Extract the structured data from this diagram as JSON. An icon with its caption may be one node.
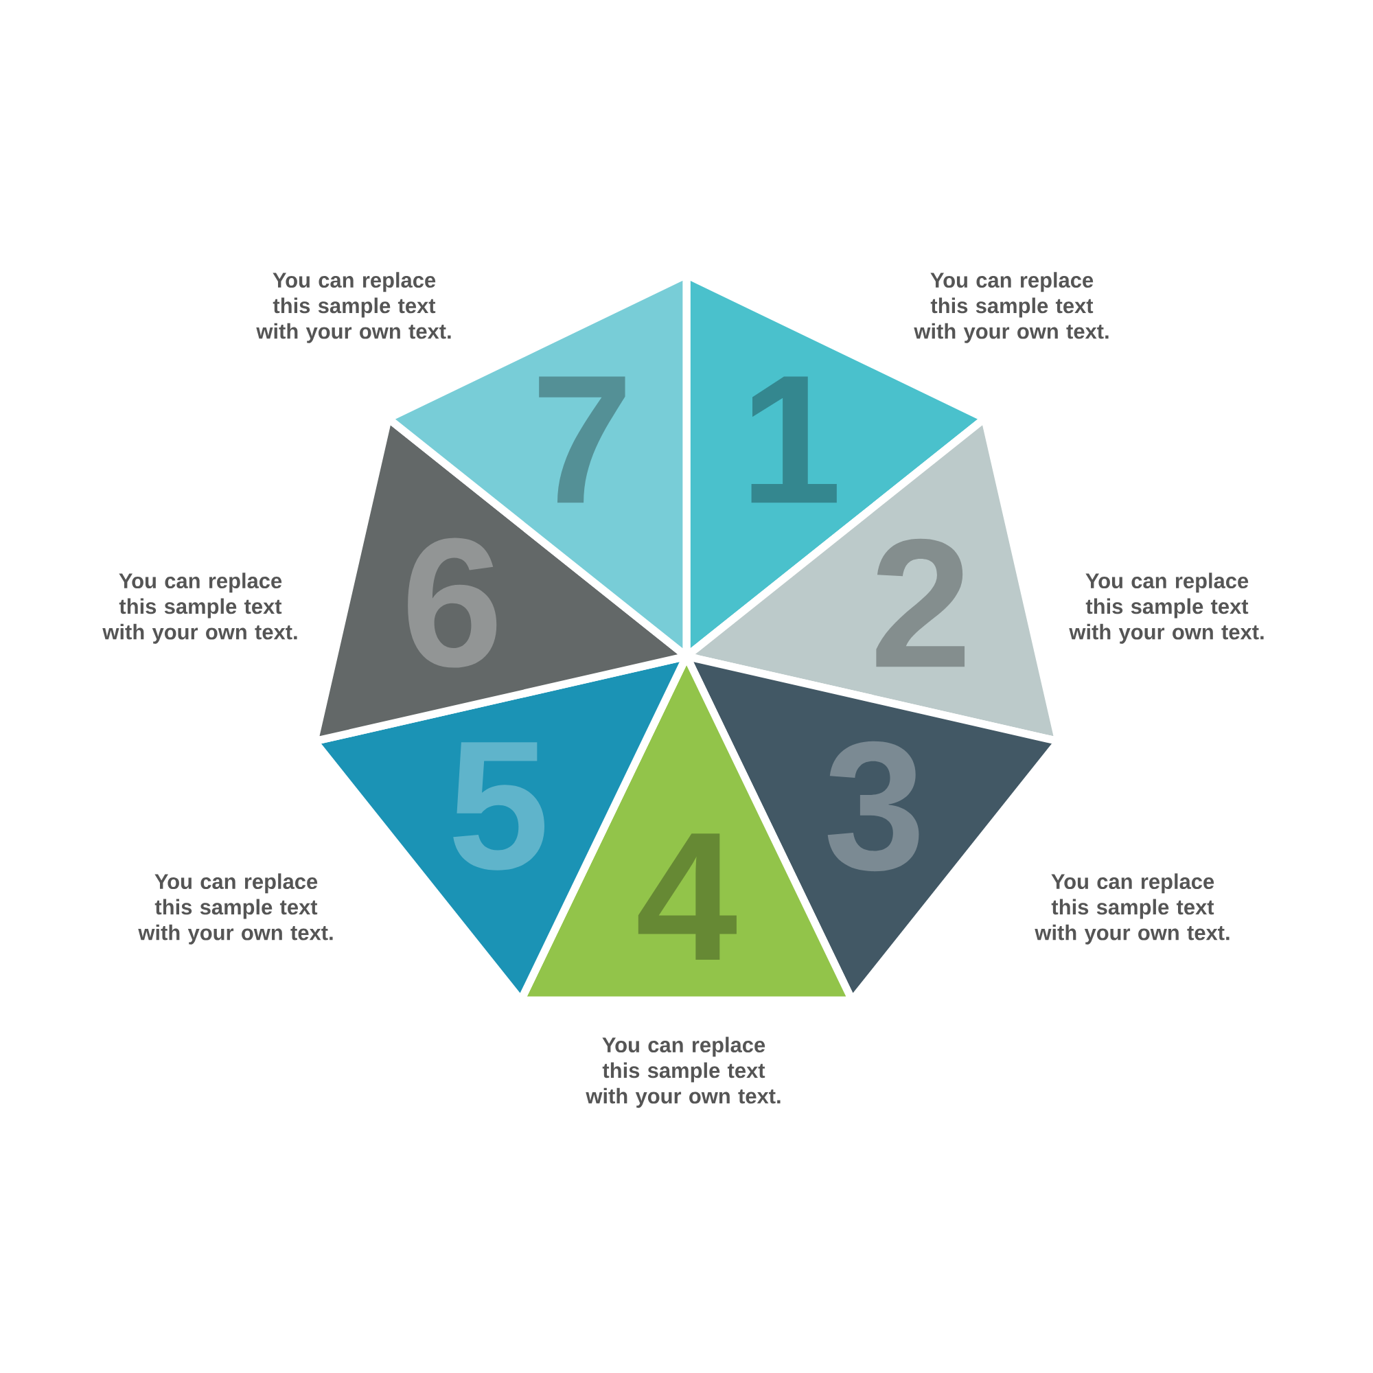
{
  "diagram": {
    "nodes": [
      {
        "text": [
          "1"
        ],
        "beside": [
          "You can replace this sample text with your own text."
        ]
      },
      {
        "text": [
          "2"
        ],
        "beside": [
          "You can replace this sample text with your own text."
        ]
      },
      {
        "text": [
          "3"
        ],
        "beside": [
          "You can replace this sample text with your own text."
        ]
      },
      {
        "text": [
          "4"
        ],
        "beside": [
          "You can replace this sample text with your own text."
        ]
      },
      {
        "text": [
          "5"
        ],
        "beside": [
          "You can replace this sample text with your own text."
        ]
      },
      {
        "text": [
          "6"
        ],
        "beside": [
          "You can replace this sample text with your own text."
        ]
      },
      {
        "text": [
          "7"
        ],
        "beside": [
          "You can replace this sample text with your own text."
        ]
      }
    ]
  }
}
